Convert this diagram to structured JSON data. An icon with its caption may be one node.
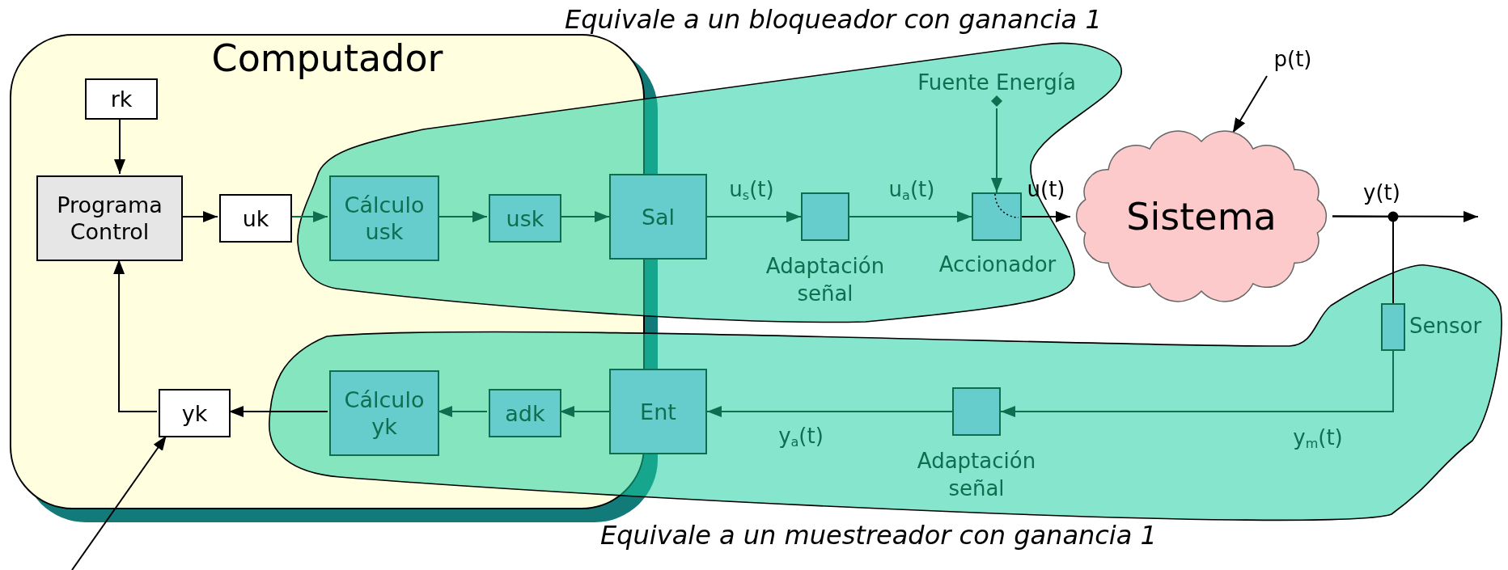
{
  "diagram": {
    "nodes": [
      {
        "text": [
          "Computador"
        ]
      },
      {
        "text": [
          "rk"
        ],
        "in": 0
      },
      {
        "text": [
          "Programa Control"
        ],
        "in": 0
      },
      {
        "text": [
          "uk"
        ],
        "in": 0
      },
      {
        "text": [
          "Cálculo usk"
        ],
        "in": 0
      },
      {
        "text": [
          "usk"
        ],
        "in": 0
      },
      {
        "text": [
          "Sal"
        ]
      },
      {
        "text": [],
        "shape": "box",
        "beside": [
          "Adaptación señal"
        ]
      },
      {
        "text": [
          "Fuente Energía"
        ]
      },
      {
        "text": [],
        "shape": "box",
        "beside": [
          "Accionador"
        ]
      },
      {
        "text": [
          "Sistema"
        ]
      },
      {
        "text": [
          "p(t)"
        ]
      },
      {
        "text": [],
        "shape": "box",
        "beside": [
          "Sensor"
        ]
      },
      {
        "text": [],
        "shape": "box",
        "beside": [
          "Adaptación señal"
        ]
      },
      {
        "text": [
          "Ent"
        ]
      },
      {
        "text": [
          "adk"
        ],
        "in": 0
      },
      {
        "text": [
          "Cálculo yk"
        ],
        "in": 0
      },
      {
        "text": [
          "yk"
        ],
        "in": 0
      }
    ],
    "edges": [
      {
        "from": 1,
        "to": 2,
        "arrow": "to",
        "color": "#000000"
      },
      {
        "from": 2,
        "to": 3,
        "arrow": "to",
        "color": "#000000"
      },
      {
        "from": 3,
        "to": 4,
        "arrow": "to"
      },
      {
        "from": 4,
        "to": 5,
        "arrow": "to"
      },
      {
        "from": 5,
        "to": 6,
        "arrow": "to"
      },
      {
        "from": 6,
        "to": 7,
        "arrow": "to",
        "label": "u$_{s}$(t)"
      },
      {
        "from": 7,
        "to": 9,
        "arrow": "to",
        "label": "u$_{a}$(t)"
      },
      {
        "from": 8,
        "to": 9,
        "arrow": "to"
      },
      {
        "from": 9,
        "to": 10,
        "arrow": "to",
        "label": "u(t)",
        "color": "#000000"
      },
      {
        "from": 11,
        "to": 10,
        "arrow": "to",
        "color": "#000000"
      },
      {
        "from": 10,
        "to": null,
        "arrow": "to",
        "label": "y(t)",
        "color": "#000000"
      },
      {
        "from": 10,
        "to": 12,
        "arrow": "none",
        "color": "#000000"
      },
      {
        "from": 12,
        "to": 13,
        "arrow": "to",
        "label": "y$_{m}$(t)"
      },
      {
        "from": 13,
        "to": 14,
        "arrow": "to",
        "label": "y$_{a}$(t)"
      },
      {
        "from": 14,
        "to": 15,
        "arrow": "to"
      },
      {
        "from": 15,
        "to": 16,
        "arrow": "to"
      },
      {
        "from": 16,
        "to": 17,
        "arrow": "to",
        "color": "#000000"
      },
      {
        "from": 17,
        "to": 2,
        "arrow": "to",
        "color": "#000000"
      },
      {
        "from": null,
        "to": 17,
        "arrow": "to",
        "color": "#000000"
      }
    ],
    "labels": [
      "Equivale a un bloqueador con ganancia 1",
      "Equivale a un muestreador con ganancia 1"
    ]
  }
}
